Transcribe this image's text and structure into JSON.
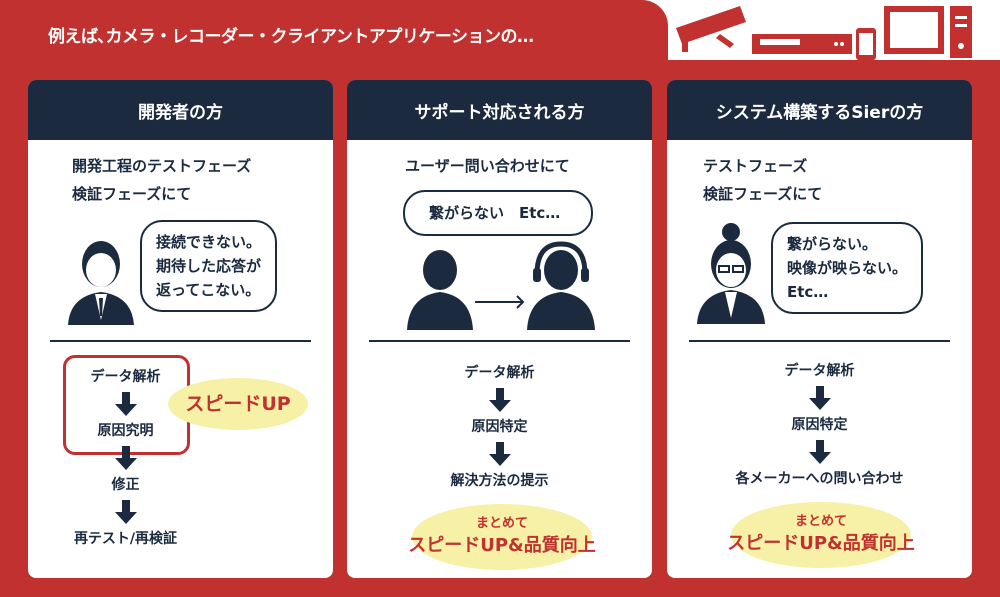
{
  "banner": "例えば､カメラ・レコーダー・クライアントアプリケーションの…",
  "colors": {
    "red": "#c1312f",
    "navy": "#1b2a3f",
    "highlight": "#f7f1a8"
  },
  "cards": [
    {
      "title": "開発者の方",
      "intro": [
        "開発工程のテストフェーズ",
        "検証フェーズにて"
      ],
      "bubble": [
        "接続できない。",
        "期待した応答が",
        "返ってこない。"
      ],
      "flow": [
        "データ解析",
        "原因究明",
        "修正",
        "再テスト/再検証"
      ],
      "badge": "スピードUP"
    },
    {
      "title": "サポート対応される方",
      "intro": [
        "ユーザー問い合わせにて"
      ],
      "bubble": [
        "繋がらない　Etc…"
      ],
      "flow": [
        "データ解析",
        "原因特定",
        "解決方法の提示"
      ],
      "badge_small": "まとめて",
      "badge": "スピードUP&品質向上"
    },
    {
      "title": "システム構築するSierの方",
      "intro": [
        "テストフェーズ",
        "検証フェーズにて"
      ],
      "bubble": [
        "繋がらない。",
        "映像が映らない。",
        "Etc…"
      ],
      "flow": [
        "データ解析",
        "原因特定",
        "各メーカーへの問い合わせ"
      ],
      "badge_small": "まとめて",
      "badge": "スピードUP&品質向上"
    }
  ]
}
